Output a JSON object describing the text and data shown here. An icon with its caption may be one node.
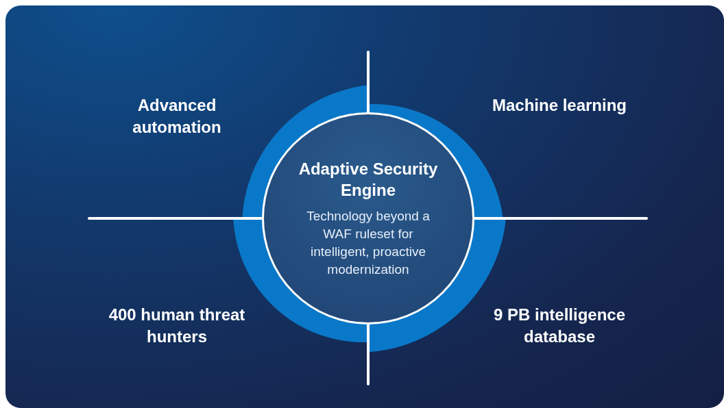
{
  "diagram": {
    "nodes": [
      {
        "text": [
          "Adaptive Security Engine",
          "Technology beyond a WAF ruleset for intelligent, proactive modernization"
        ]
      }
    ],
    "labels": [
      "Advanced automation",
      "Machine learning",
      "400 human threat hunters",
      "9 PB intelligence database"
    ]
  }
}
